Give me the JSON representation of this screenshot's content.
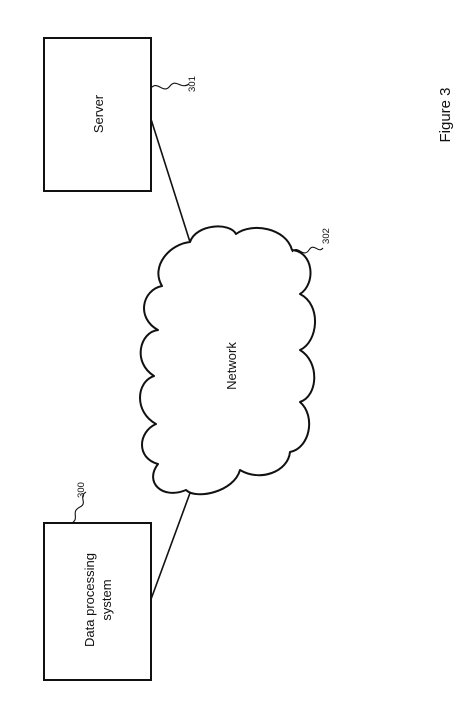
{
  "diagram": {
    "nodes": {
      "server": {
        "label": "Server",
        "ref": "301"
      },
      "network": {
        "label": "Network",
        "ref": "302"
      },
      "client": {
        "label_lines": [
          "Data processing",
          "system"
        ],
        "ref": "300"
      }
    },
    "edges": [
      {
        "from": "client",
        "to": "network"
      },
      {
        "from": "network",
        "to": "server"
      }
    ],
    "caption": "Figure 3"
  }
}
